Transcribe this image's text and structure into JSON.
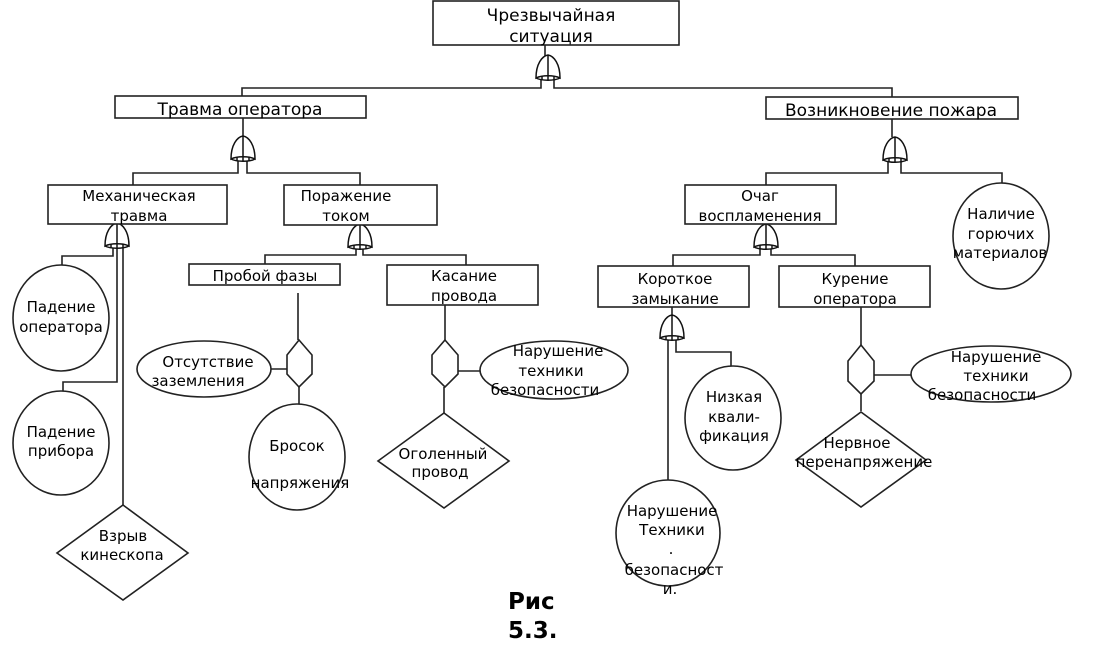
{
  "diagram": {
    "type": "fault-tree",
    "nodes": {
      "top": {
        "lines": [
          "Чрезвычайная",
          "ситуация"
        ],
        "shape": "rectangle"
      },
      "injury": {
        "lines": [
          "Травма оператора"
        ],
        "shape": "rectangle"
      },
      "fire": {
        "lines": [
          "Возникновение пожара"
        ],
        "shape": "rectangle"
      },
      "mech": {
        "lines": [
          "Механическая",
          "травма"
        ],
        "shape": "rectangle"
      },
      "shock": {
        "lines": [
          "Поражение",
          "током"
        ],
        "shape": "rectangle"
      },
      "phase": {
        "lines": [
          "Пробой фазы"
        ],
        "shape": "rectangle"
      },
      "touch": {
        "lines": [
          "Касание",
          "провода"
        ],
        "shape": "rectangle"
      },
      "ignition": {
        "lines": [
          "Очаг",
          "воспламенения"
        ],
        "shape": "rectangle"
      },
      "short": {
        "lines": [
          "Короткое",
          "замыкание"
        ],
        "shape": "rectangle"
      },
      "smoking": {
        "lines": [
          "Курение",
          "оператора"
        ],
        "shape": "rectangle"
      },
      "fall_op": {
        "lines": [
          "Падение",
          "оператора"
        ],
        "shape": "circle"
      },
      "fall_dev": {
        "lines": [
          "Падение",
          "прибора"
        ],
        "shape": "circle"
      },
      "kinescope": {
        "lines": [
          "Взрыв",
          "кинескопа"
        ],
        "shape": "diamond"
      },
      "no_ground": {
        "lines": [
          "Отсутствие",
          "заземления"
        ],
        "shape": "ellipse"
      },
      "surge": {
        "lines": [
          "Бросок",
          "",
          "напряжения"
        ],
        "shape": "circle"
      },
      "safety1": {
        "lines": [
          "Нарушение",
          "техники",
          "безопасности"
        ],
        "shape": "ellipse"
      },
      "bare": {
        "lines": [
          "Оголенный",
          "провод"
        ],
        "shape": "diamond"
      },
      "low_qual": {
        "lines": [
          "Низкая",
          "квали-",
          "фикация"
        ],
        "shape": "circle"
      },
      "safety2": {
        "lines": [
          "Нарушение",
          "Техники",
          ".",
          "безопасност",
          "и."
        ],
        "shape": "circle"
      },
      "safety3": {
        "lines": [
          "Нарушение",
          "техники",
          "безопасности"
        ],
        "shape": "ellipse"
      },
      "stress": {
        "lines": [
          "Нервное",
          "перенапряжение"
        ],
        "shape": "diamond"
      },
      "combustible": {
        "lines": [
          "Наличие",
          "горючих",
          "материалов"
        ],
        "shape": "circle"
      }
    },
    "gates": [
      {
        "id": "g_top",
        "type": "OR",
        "output": "top",
        "inputs": [
          "injury",
          "fire"
        ]
      },
      {
        "id": "g_injury",
        "type": "OR",
        "output": "injury",
        "inputs": [
          "mech",
          "shock"
        ]
      },
      {
        "id": "g_mech",
        "type": "OR",
        "output": "mech",
        "inputs": [
          "fall_op",
          "fall_dev",
          "kinescope"
        ]
      },
      {
        "id": "g_shock",
        "type": "OR",
        "output": "shock",
        "inputs": [
          "phase",
          "touch"
        ]
      },
      {
        "id": "g_phase",
        "type": "INHIBIT",
        "output": "phase",
        "inputs": [
          "surge"
        ],
        "condition": "no_ground"
      },
      {
        "id": "g_touch",
        "type": "INHIBIT",
        "output": "touch",
        "inputs": [
          "bare"
        ],
        "condition": "safety1"
      },
      {
        "id": "g_fire",
        "type": "OR",
        "output": "fire",
        "inputs": [
          "ignition",
          "combustible"
        ]
      },
      {
        "id": "g_ignition",
        "type": "OR",
        "output": "ignition",
        "inputs": [
          "short",
          "smoking"
        ]
      },
      {
        "id": "g_short",
        "type": "OR",
        "output": "short",
        "inputs": [
          "safety2",
          "low_qual"
        ]
      },
      {
        "id": "g_smoking",
        "type": "INHIBIT",
        "output": "smoking",
        "inputs": [
          "stress"
        ],
        "condition": "safety3"
      }
    ]
  },
  "caption": {
    "line1": "Рис",
    "line2": "5.3."
  }
}
